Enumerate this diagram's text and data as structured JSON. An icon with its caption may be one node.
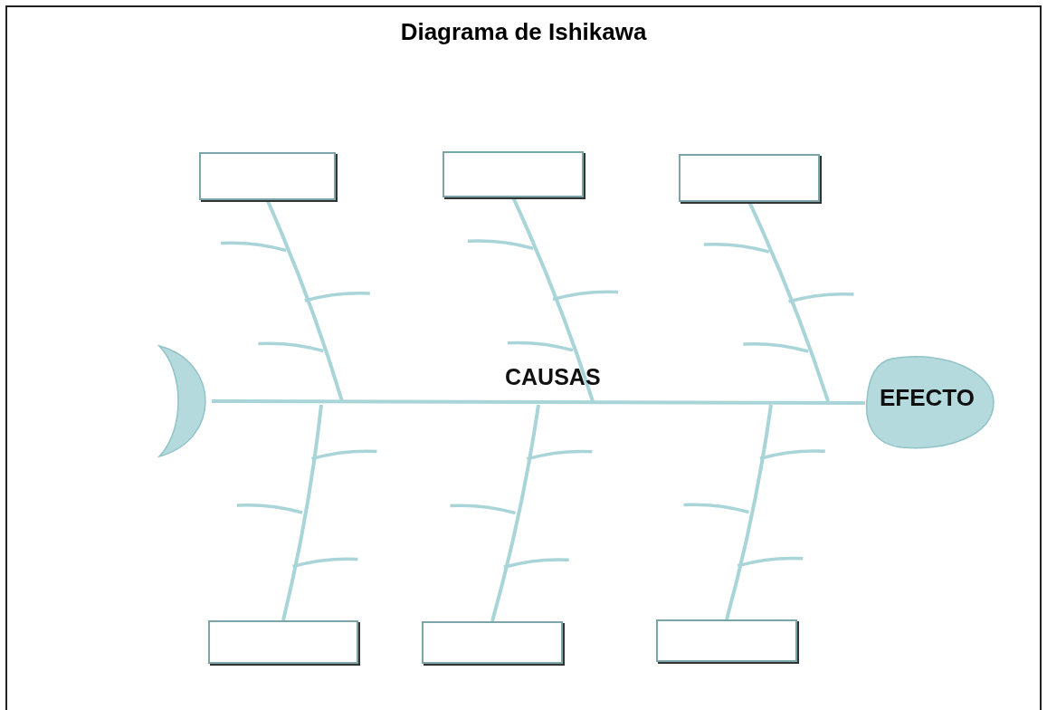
{
  "diagram": {
    "title": "Diagrama de Ishikawa",
    "nodes": [
      {
        "text": [],
        "shape": "box"
      },
      {
        "text": [],
        "shape": "box"
      },
      {
        "text": [],
        "shape": "box"
      },
      {
        "text": [],
        "shape": "crescent"
      },
      {
        "text": [
          "EFECTO"
        ]
      },
      {
        "text": [],
        "shape": "box"
      },
      {
        "text": [],
        "shape": "box"
      },
      {
        "text": [],
        "shape": "box"
      }
    ],
    "edges": [
      {
        "from": 3,
        "to": 4,
        "arrow": "none"
      },
      {
        "from": 0,
        "to": null,
        "arrow": "none"
      },
      {
        "from": 1,
        "to": null,
        "arrow": "none"
      },
      {
        "from": 2,
        "to": null,
        "arrow": "none"
      },
      {
        "from": 5,
        "to": null,
        "arrow": "none"
      },
      {
        "from": 6,
        "to": null,
        "arrow": "none"
      },
      {
        "from": 7,
        "to": null,
        "arrow": "none"
      }
    ],
    "labels": [
      "CAUSAS"
    ]
  }
}
